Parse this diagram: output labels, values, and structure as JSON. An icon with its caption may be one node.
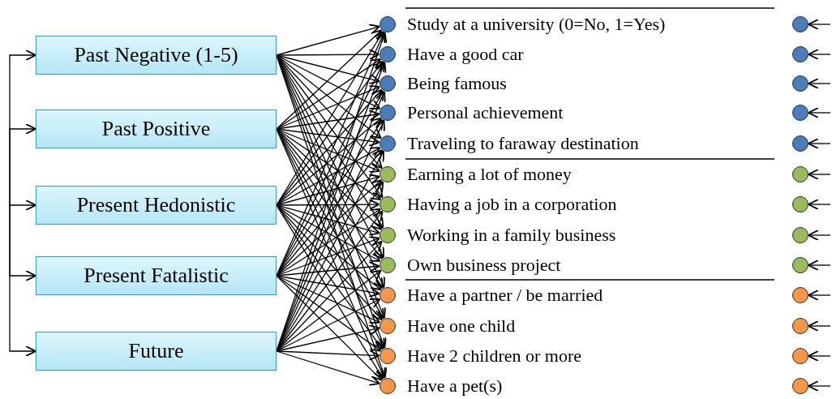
{
  "diagram": {
    "nodes": [
      {
        "text": [
          "Past Negative (1-5)"
        ]
      },
      {
        "text": [
          "Past Positive"
        ]
      },
      {
        "text": [
          "Present Hedonistic"
        ]
      },
      {
        "text": [
          "Present Fatalistic"
        ]
      },
      {
        "text": [
          "Future"
        ]
      },
      {
        "text": [],
        "shape": "circle",
        "beside": [
          "Study at a university (0=No, 1=Yes)"
        ]
      },
      {
        "text": [],
        "shape": "circle",
        "beside": [
          "Have a good car"
        ]
      },
      {
        "text": [],
        "shape": "circle",
        "beside": [
          "Being famous"
        ]
      },
      {
        "text": [],
        "shape": "circle",
        "beside": [
          "Personal achievement"
        ]
      },
      {
        "text": [],
        "shape": "circle",
        "beside": [
          "Traveling to faraway destination"
        ]
      },
      {
        "text": [],
        "shape": "circle",
        "beside": [
          "Earning a lot of money"
        ]
      },
      {
        "text": [],
        "shape": "circle",
        "beside": [
          "Having a job in a corporation"
        ]
      },
      {
        "text": [],
        "shape": "circle",
        "beside": [
          "Working in a family business"
        ]
      },
      {
        "text": [],
        "shape": "circle",
        "beside": [
          "Own business project"
        ]
      },
      {
        "text": [],
        "shape": "circle",
        "beside": [
          "Have a partner / be married"
        ]
      },
      {
        "text": [],
        "shape": "circle",
        "beside": [
          "Have one child"
        ]
      },
      {
        "text": [],
        "shape": "circle",
        "beside": [
          "Have 2 children or more"
        ]
      },
      {
        "text": [],
        "shape": "circle",
        "beside": [
          "Have a pet(s)"
        ]
      },
      {
        "text": [],
        "shape": "circle"
      },
      {
        "text": [],
        "shape": "circle"
      },
      {
        "text": [],
        "shape": "circle"
      },
      {
        "text": [],
        "shape": "circle"
      },
      {
        "text": [],
        "shape": "circle"
      },
      {
        "text": [],
        "shape": "circle"
      },
      {
        "text": [],
        "shape": "circle"
      },
      {
        "text": [],
        "shape": "circle"
      },
      {
        "text": [],
        "shape": "circle"
      },
      {
        "text": [],
        "shape": "circle"
      },
      {
        "text": [],
        "shape": "circle"
      },
      {
        "text": [],
        "shape": "circle"
      },
      {
        "text": [],
        "shape": "circle"
      }
    ],
    "edges": [
      {
        "from": null,
        "to": 0,
        "arrow": "to"
      },
      {
        "from": null,
        "to": 1,
        "arrow": "to"
      },
      {
        "from": null,
        "to": 2,
        "arrow": "to"
      },
      {
        "from": null,
        "to": 3,
        "arrow": "to"
      },
      {
        "from": null,
        "to": 4,
        "arrow": "to"
      },
      {
        "from": 0,
        "to": 5,
        "arrow": "to"
      },
      {
        "from": 0,
        "to": 6,
        "arrow": "to"
      },
      {
        "from": 0,
        "to": 7,
        "arrow": "to"
      },
      {
        "from": 0,
        "to": 8,
        "arrow": "to"
      },
      {
        "from": 0,
        "to": 9,
        "arrow": "to"
      },
      {
        "from": 0,
        "to": 10,
        "arrow": "to"
      },
      {
        "from": 0,
        "to": 11,
        "arrow": "to"
      },
      {
        "from": 0,
        "to": 12,
        "arrow": "to"
      },
      {
        "from": 0,
        "to": 13,
        "arrow": "to"
      },
      {
        "from": 0,
        "to": 14,
        "arrow": "to"
      },
      {
        "from": 0,
        "to": 15,
        "arrow": "to"
      },
      {
        "from": 0,
        "to": 16,
        "arrow": "to"
      },
      {
        "from": 0,
        "to": 17,
        "arrow": "to"
      },
      {
        "from": 1,
        "to": 5,
        "arrow": "to"
      },
      {
        "from": 1,
        "to": 6,
        "arrow": "to"
      },
      {
        "from": 1,
        "to": 7,
        "arrow": "to"
      },
      {
        "from": 1,
        "to": 8,
        "arrow": "to"
      },
      {
        "from": 1,
        "to": 9,
        "arrow": "to"
      },
      {
        "from": 1,
        "to": 10,
        "arrow": "to"
      },
      {
        "from": 1,
        "to": 11,
        "arrow": "to"
      },
      {
        "from": 1,
        "to": 12,
        "arrow": "to"
      },
      {
        "from": 1,
        "to": 13,
        "arrow": "to"
      },
      {
        "from": 1,
        "to": 14,
        "arrow": "to"
      },
      {
        "from": 1,
        "to": 15,
        "arrow": "to"
      },
      {
        "from": 1,
        "to": 16,
        "arrow": "to"
      },
      {
        "from": 1,
        "to": 17,
        "arrow": "to"
      },
      {
        "from": 2,
        "to": 5,
        "arrow": "to"
      },
      {
        "from": 2,
        "to": 6,
        "arrow": "to"
      },
      {
        "from": 2,
        "to": 7,
        "arrow": "to"
      },
      {
        "from": 2,
        "to": 8,
        "arrow": "to"
      },
      {
        "from": 2,
        "to": 9,
        "arrow": "to"
      },
      {
        "from": 2,
        "to": 10,
        "arrow": "to"
      },
      {
        "from": 2,
        "to": 11,
        "arrow": "to"
      },
      {
        "from": 2,
        "to": 12,
        "arrow": "to"
      },
      {
        "from": 2,
        "to": 13,
        "arrow": "to"
      },
      {
        "from": 2,
        "to": 14,
        "arrow": "to"
      },
      {
        "from": 2,
        "to": 15,
        "arrow": "to"
      },
      {
        "from": 2,
        "to": 16,
        "arrow": "to"
      },
      {
        "from": 2,
        "to": 17,
        "arrow": "to"
      },
      {
        "from": 3,
        "to": 5,
        "arrow": "to"
      },
      {
        "from": 3,
        "to": 6,
        "arrow": "to"
      },
      {
        "from": 3,
        "to": 7,
        "arrow": "to"
      },
      {
        "from": 3,
        "to": 8,
        "arrow": "to"
      },
      {
        "from": 3,
        "to": 9,
        "arrow": "to"
      },
      {
        "from": 3,
        "to": 10,
        "arrow": "to"
      },
      {
        "from": 3,
        "to": 11,
        "arrow": "to"
      },
      {
        "from": 3,
        "to": 12,
        "arrow": "to"
      },
      {
        "from": 3,
        "to": 13,
        "arrow": "to"
      },
      {
        "from": 3,
        "to": 14,
        "arrow": "to"
      },
      {
        "from": 3,
        "to": 15,
        "arrow": "to"
      },
      {
        "from": 3,
        "to": 16,
        "arrow": "to"
      },
      {
        "from": 3,
        "to": 17,
        "arrow": "to"
      },
      {
        "from": 4,
        "to": 5,
        "arrow": "to"
      },
      {
        "from": 4,
        "to": 6,
        "arrow": "to"
      },
      {
        "from": 4,
        "to": 7,
        "arrow": "to"
      },
      {
        "from": 4,
        "to": 8,
        "arrow": "to"
      },
      {
        "from": 4,
        "to": 9,
        "arrow": "to"
      },
      {
        "from": 4,
        "to": 10,
        "arrow": "to"
      },
      {
        "from": 4,
        "to": 11,
        "arrow": "to"
      },
      {
        "from": 4,
        "to": 12,
        "arrow": "to"
      },
      {
        "from": 4,
        "to": 13,
        "arrow": "to"
      },
      {
        "from": 4,
        "to": 14,
        "arrow": "to"
      },
      {
        "from": 4,
        "to": 15,
        "arrow": "to"
      },
      {
        "from": 4,
        "to": 16,
        "arrow": "to"
      },
      {
        "from": 4,
        "to": 17,
        "arrow": "to"
      },
      {
        "from": null,
        "to": 18,
        "arrow": "to"
      },
      {
        "from": null,
        "to": 19,
        "arrow": "to"
      },
      {
        "from": null,
        "to": 20,
        "arrow": "to"
      },
      {
        "from": null,
        "to": 21,
        "arrow": "to"
      },
      {
        "from": null,
        "to": 22,
        "arrow": "to"
      },
      {
        "from": null,
        "to": 23,
        "arrow": "to"
      },
      {
        "from": null,
        "to": 24,
        "arrow": "to"
      },
      {
        "from": null,
        "to": 25,
        "arrow": "to"
      },
      {
        "from": null,
        "to": 26,
        "arrow": "to"
      },
      {
        "from": null,
        "to": 27,
        "arrow": "to"
      },
      {
        "from": null,
        "to": 28,
        "arrow": "to"
      },
      {
        "from": null,
        "to": 29,
        "arrow": "to"
      },
      {
        "from": null,
        "to": 30,
        "arrow": "to"
      }
    ]
  }
}
